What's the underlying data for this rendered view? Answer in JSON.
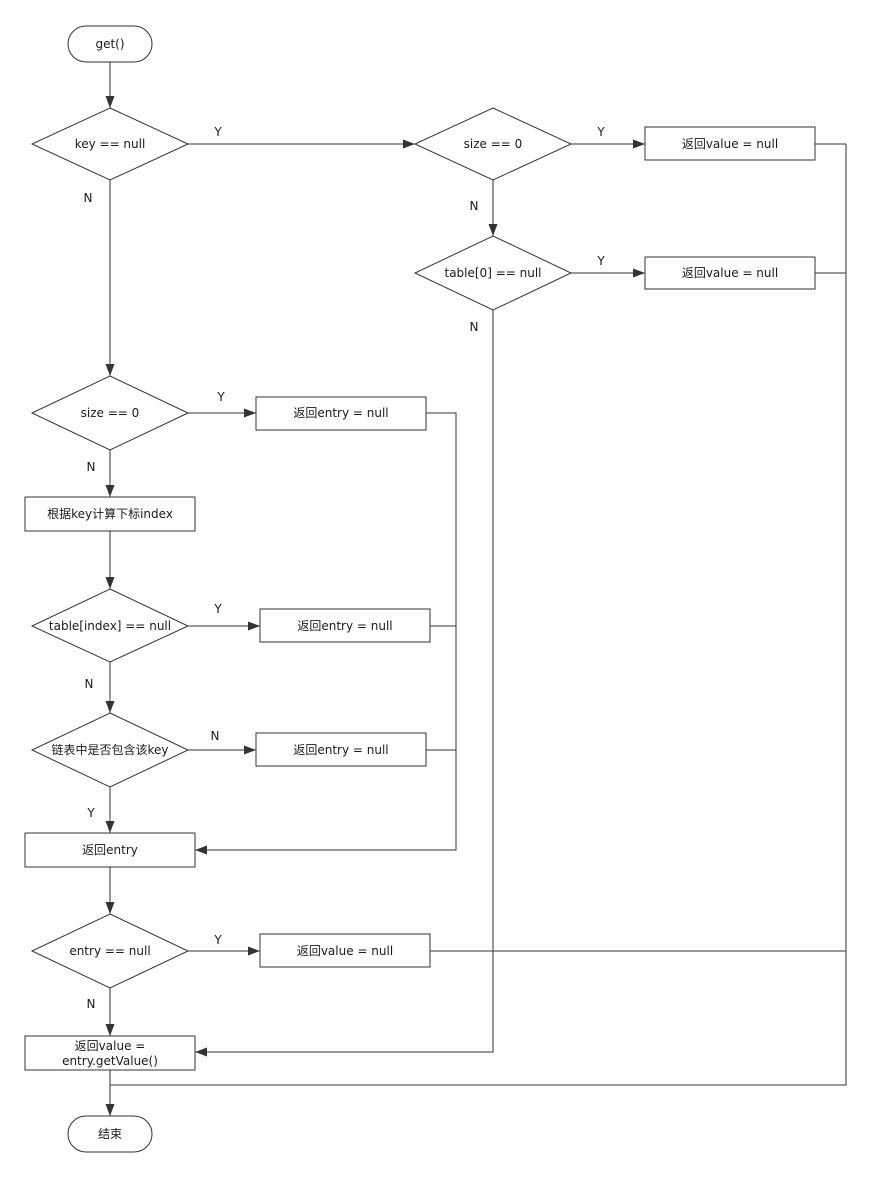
{
  "diagram": {
    "nodes": {
      "start": {
        "label": "get()"
      },
      "key_is_null": {
        "label": "key == null",
        "yes": "Y",
        "no": "N"
      },
      "null_key_size_is_zero": {
        "label": "size == 0",
        "yes": "Y",
        "no": "N"
      },
      "return_value_null_a": {
        "label": "返回value = null"
      },
      "table0_is_null": {
        "label": "table[0] == null",
        "yes": "Y",
        "no": "N"
      },
      "return_value_null_b": {
        "label": "返回value = null"
      },
      "size_is_zero": {
        "label": "size == 0",
        "yes": "Y",
        "no": "N"
      },
      "return_entry_null_a": {
        "label": "返回entry = null"
      },
      "compute_index": {
        "label": "根据key计算下标index"
      },
      "table_index_is_null": {
        "label": "table[index] == null",
        "yes": "Y",
        "no": "N"
      },
      "return_entry_null_b": {
        "label": "返回entry = null"
      },
      "list_contains_key": {
        "label": "链表中是否包含该key",
        "yes": "Y",
        "no": "N"
      },
      "return_entry_null_c": {
        "label": "返回entry = null"
      },
      "return_entry": {
        "label": "返回entry"
      },
      "entry_is_null": {
        "label": "entry == null",
        "yes": "Y",
        "no": "N"
      },
      "return_value_null_c": {
        "label": "返回value = null"
      },
      "return_value": {
        "label_lines": [
          "返回value =",
          "entry.getValue()"
        ]
      },
      "end": {
        "label": "结束"
      }
    },
    "colors": {
      "stroke": "#333333",
      "fill": "#ffffff",
      "text": "#1a1a1a",
      "background": "#ffffff"
    }
  }
}
